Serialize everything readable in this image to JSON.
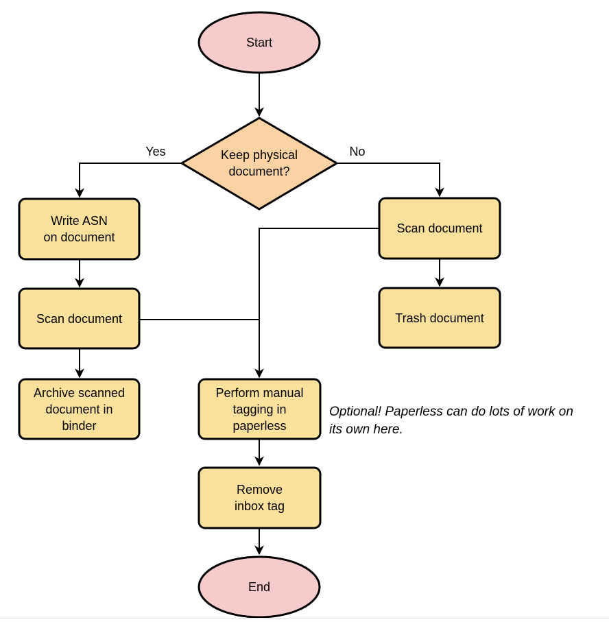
{
  "diagram": {
    "nodes": {
      "start": {
        "label": "Start",
        "type": "terminator"
      },
      "decision": {
        "label": "Keep physical\ndocument?",
        "type": "decision"
      },
      "write_asn": {
        "label": "Write ASN\non document",
        "type": "process"
      },
      "scan_left": {
        "label": "Scan document",
        "type": "process"
      },
      "archive": {
        "label": "Archive scanned\ndocument in\nbinder",
        "type": "process"
      },
      "scan_right": {
        "label": "Scan document",
        "type": "process"
      },
      "trash": {
        "label": "Trash document",
        "type": "process"
      },
      "perform_tagging": {
        "label": "Perform manual\ntagging in\npaperless",
        "type": "process"
      },
      "remove_inbox": {
        "label": "Remove\ninbox tag",
        "type": "process"
      },
      "end": {
        "label": "End",
        "type": "terminator"
      }
    },
    "edge_labels": {
      "yes": "Yes",
      "no": "No"
    },
    "annotation": "Optional! Paperless can do lots of work on\nits own here.",
    "colors": {
      "terminator_fill": "#F7CBCB",
      "decision_fill": "#FAD2A4",
      "process_fill": "#FBE19C",
      "stroke": "#000000",
      "text": "#000000"
    }
  }
}
